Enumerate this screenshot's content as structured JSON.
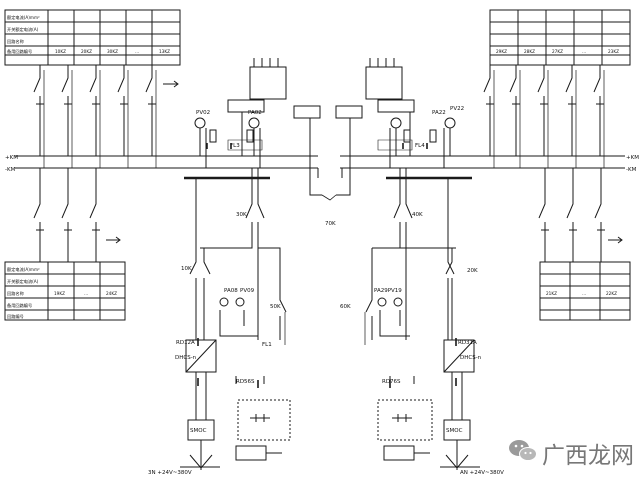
{
  "diagram": {
    "bus_labels": {
      "left_top": "+KM",
      "left_bottom": "-KM",
      "right_top": "+KM",
      "right_bottom": "-KM"
    },
    "device_labels": {
      "pv02": "PV02",
      "pa02": "PA02",
      "fl3": "FL3",
      "fl4": "FL4",
      "pa22": "PA22",
      "pv22": "PV22",
      "k30": "30K",
      "k40": "40K",
      "k10": "10K",
      "k20": "20K",
      "k70": "70K",
      "k50": "50K",
      "k60": "60K",
      "pa08": "PA08",
      "pv09": "PV09",
      "pa29pv19": "PA29PV19",
      "fl1": "FL1",
      "rd12a": "RD12A",
      "rd31a": "RD31A",
      "rd56s": "RD56S",
      "rd76s": "RD76S",
      "dc_left": "DHCS-n",
      "dc_right": "DHCS-n",
      "mod_left": "SMOC",
      "mod_right": "SMOC",
      "bottom_left": "3N  +24V~380V",
      "bottom_right": "AN  +24V~380V"
    },
    "tables": {
      "top_left": {
        "rows": [
          "额定电流(A)mm²",
          "开关额定电流(A)",
          "回路名称",
          "备用回路编号"
        ],
        "cols": [
          "10KZ",
          "20KZ",
          "30KZ",
          "…",
          "13KZ"
        ]
      },
      "top_right": {
        "cols": [
          "29KZ",
          "28KZ",
          "27KZ",
          "…",
          "23KZ"
        ]
      },
      "bottom_left": {
        "rows": [
          "额定电流(A)mm²",
          "开关额定电流(A)",
          "回路名称",
          "备用回路编号",
          "回路编号"
        ],
        "cols": [
          "19KZ",
          "…",
          "24KZ"
        ]
      },
      "bottom_right": {
        "cols": [
          "21KZ",
          "…",
          "22KZ"
        ]
      }
    },
    "watermark": {
      "brand": "广西龙网",
      "logo_alt": "wechat"
    }
  }
}
